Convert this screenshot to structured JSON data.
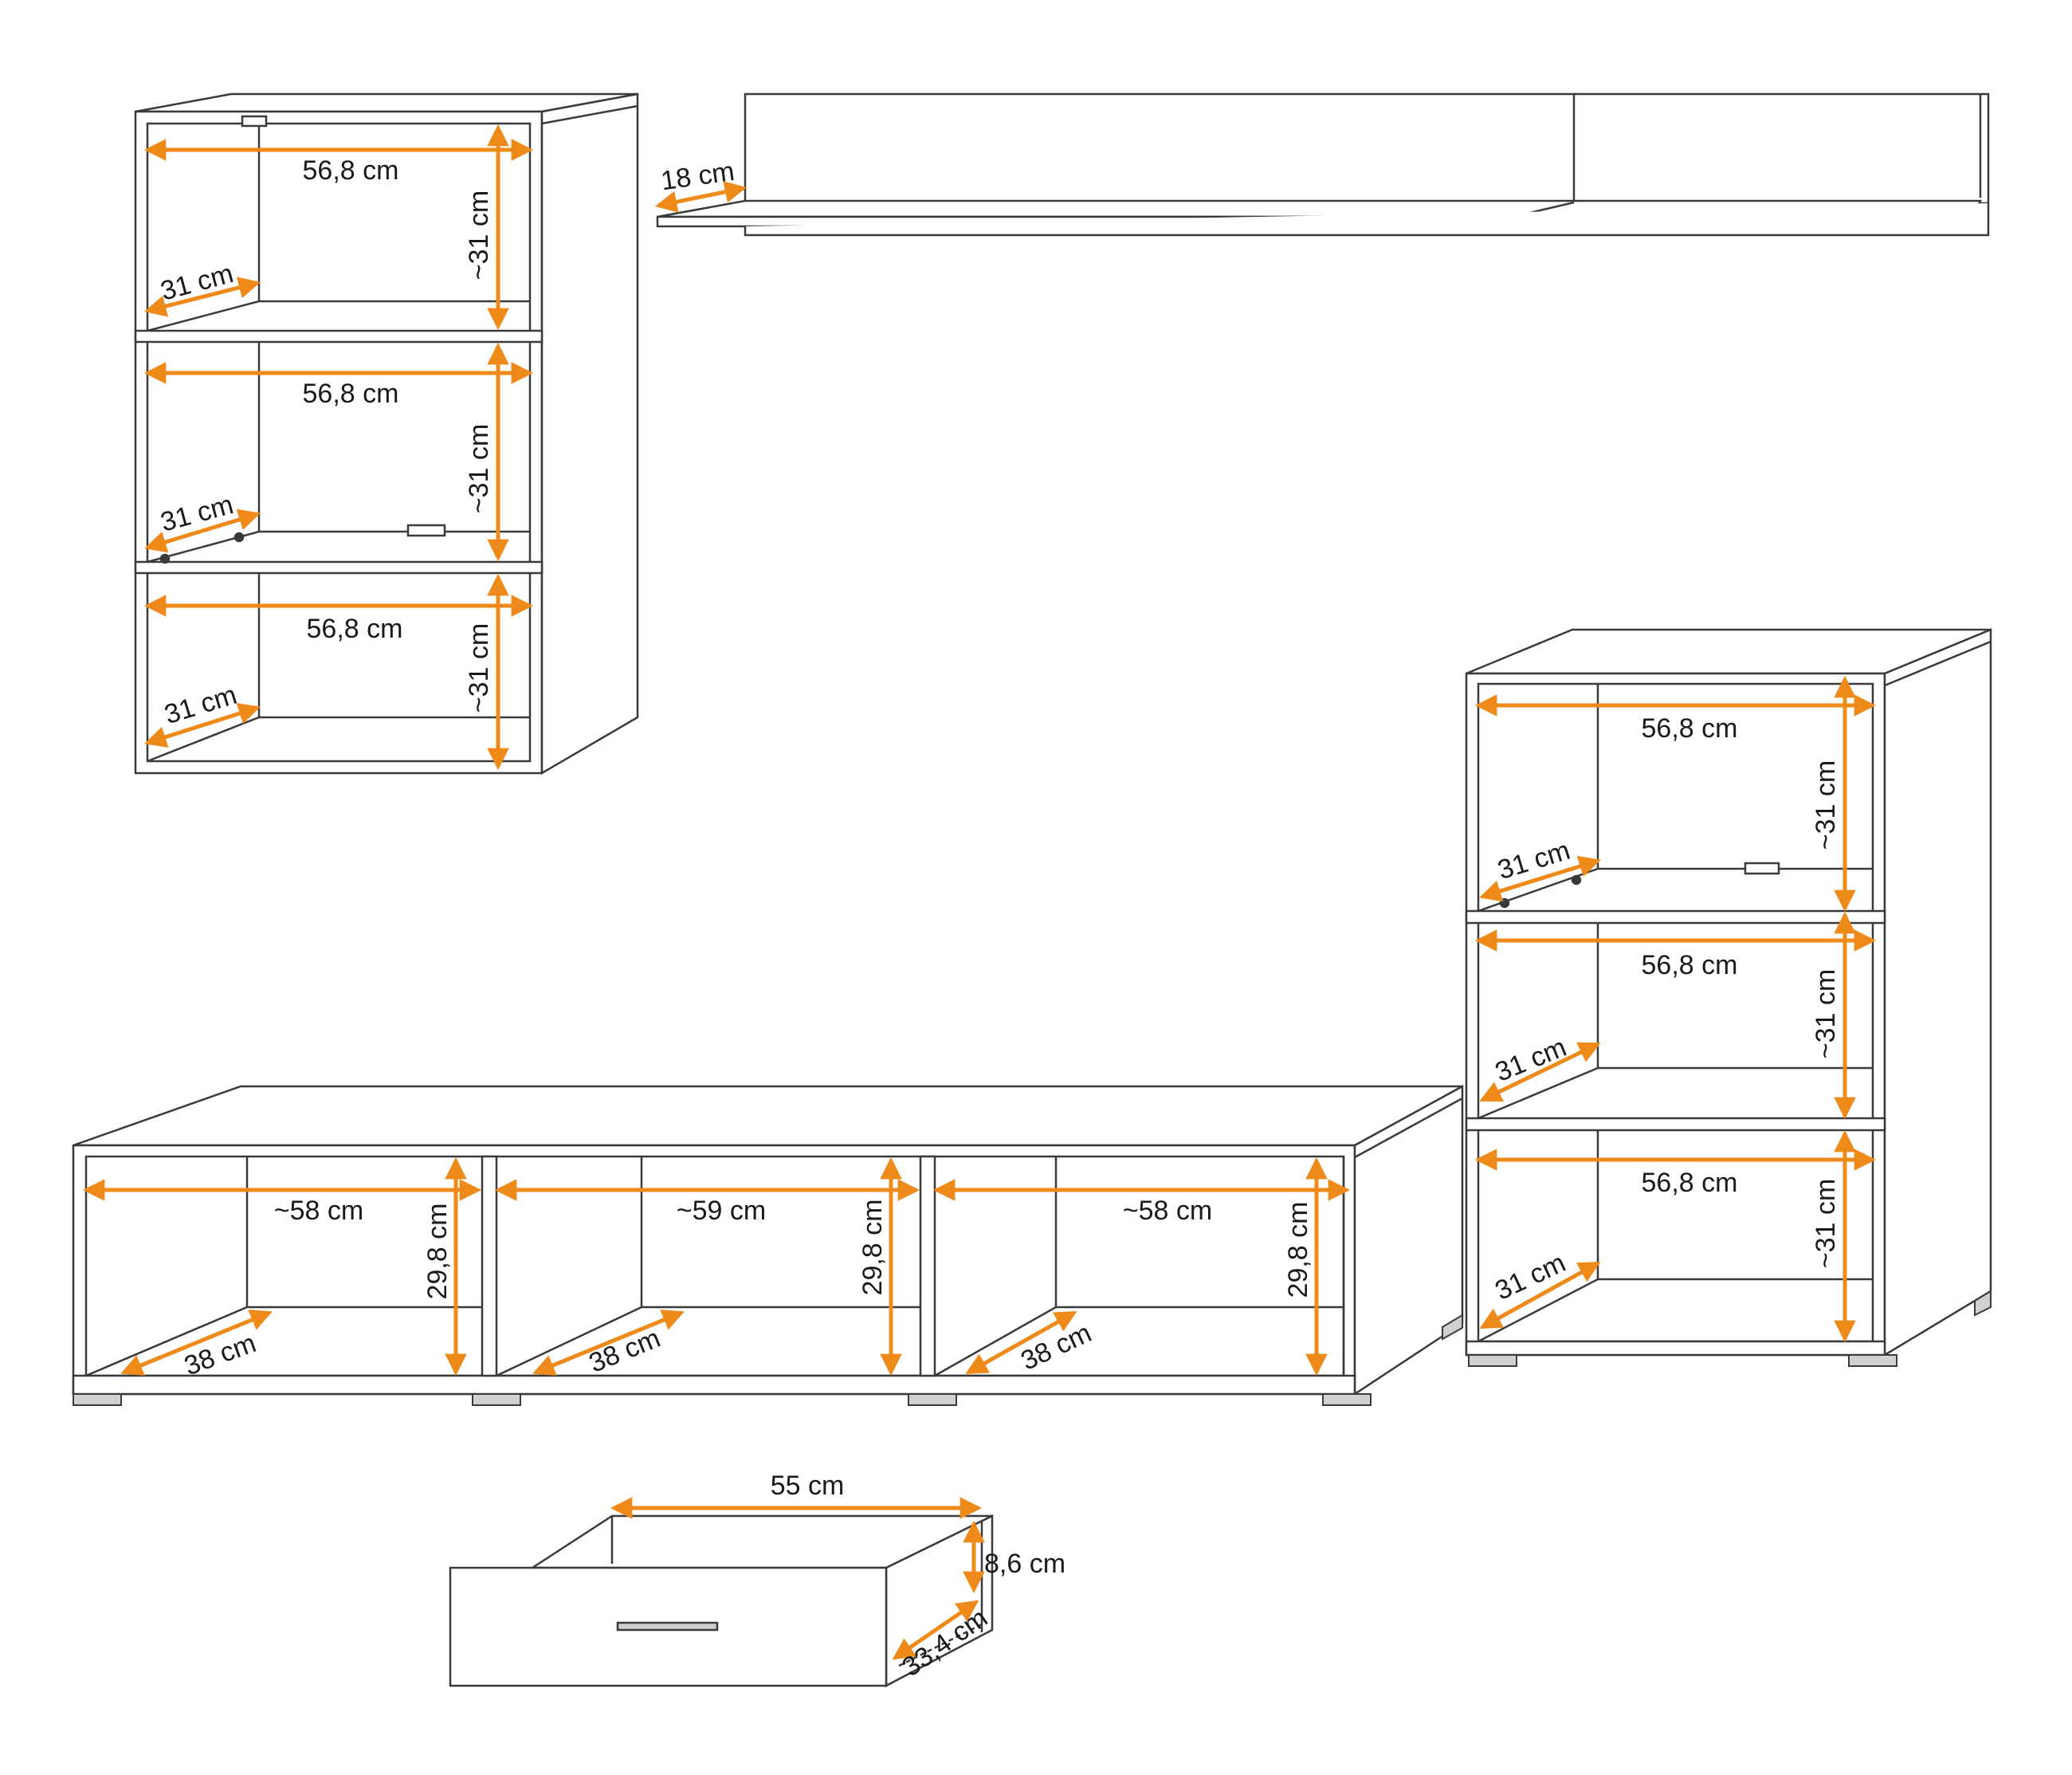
{
  "colors": {
    "dimension": "#ee8a1a",
    "outline": "#3a3a3a",
    "foot": "#cfd0d2",
    "background": "#ffffff"
  },
  "units": {
    "wall_cabinet": {
      "width_1": "56,8 cm",
      "height_1": "~31 cm",
      "depth_1": "31 cm",
      "width_2": "56,8 cm",
      "height_2": "~31 cm",
      "depth_2": "31 cm",
      "width_3": "56,8 cm",
      "height_3": "~31 cm",
      "depth_3": "31 cm"
    },
    "wall_shelf": {
      "depth": "18 cm"
    },
    "tv_board": {
      "width_1": "~58 cm",
      "height_1": "29,8 cm",
      "depth_1": "38 cm",
      "width_2": "~59 cm",
      "height_2": "29,8 cm",
      "depth_2": "38 cm",
      "width_3": "~58 cm",
      "height_3": "29,8 cm",
      "depth_3": "38 cm"
    },
    "standing_cabinet": {
      "width_1": "56,8 cm",
      "height_1": "~31 cm",
      "depth_1": "31 cm",
      "width_2": "56,8 cm",
      "height_2": "~31 cm",
      "depth_2": "31 cm",
      "width_3": "56,8 cm",
      "height_3": "~31 cm",
      "depth_3": "31 cm"
    },
    "drawer": {
      "width": "55 cm",
      "height": "8,6 cm",
      "depth": "33,4 cm"
    }
  }
}
